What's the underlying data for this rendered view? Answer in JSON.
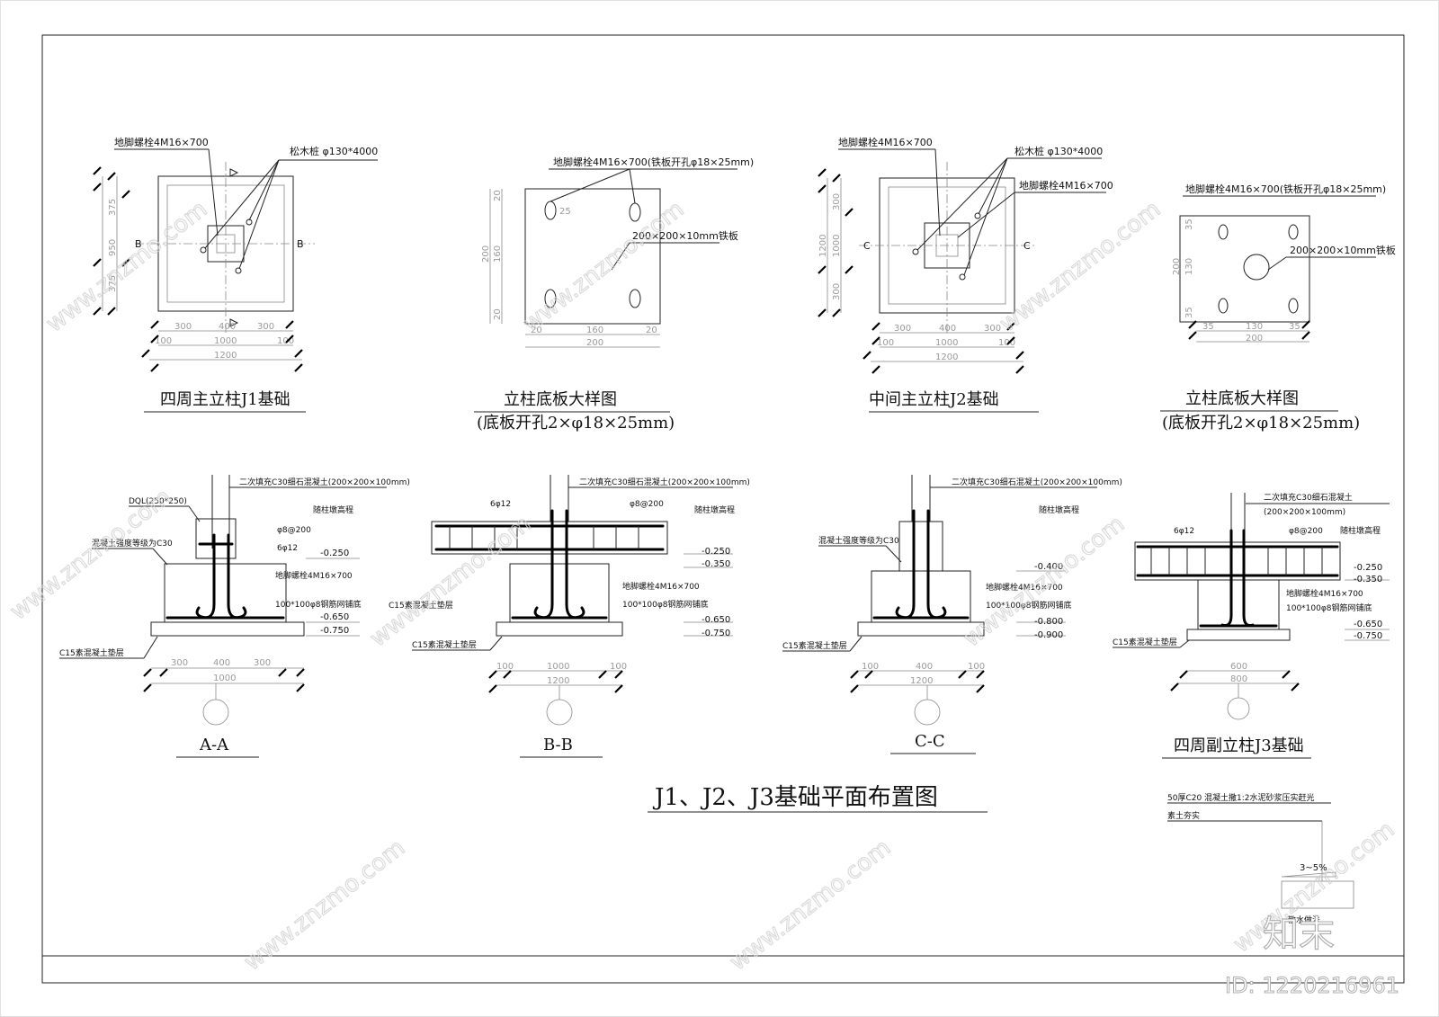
{
  "main_title": "J1、J2、J3基础平面布置图",
  "plans": {
    "j1": {
      "title": "四周主立柱J1基础",
      "note_bolt": "地脚螺栓4M16×700",
      "note_pile": "松木桩 φ130*4000",
      "sec_left": "B",
      "sec_right": "B",
      "dims_b1": [
        "300",
        "400",
        "300"
      ],
      "dims_b2": [
        "100",
        "1000",
        "100"
      ],
      "dims_b3": "1200",
      "dims_v": [
        "375",
        "950",
        "375"
      ]
    },
    "plate1": {
      "title": "立柱底板大样图",
      "subtitle": "(底板开孔2×φ18×25mm)",
      "note_bolt": "地脚螺栓4M16×700(铁板开孔φ18×25mm)",
      "note_plate": "200×200×10mm铁板",
      "dims_b1": [
        "20",
        "160",
        "20"
      ],
      "dims_b2": "200",
      "dims_v": [
        "20",
        "160",
        "20"
      ],
      "dims_v2": "200",
      "hole": "25"
    },
    "j2": {
      "title": "中间主立柱J2基础",
      "note_bolt": "地脚螺栓4M16×700",
      "note_pile": "松木桩 φ130*4000",
      "note_bolt2": "地脚螺栓4M16×700",
      "sec_left": "C",
      "sec_right": "C",
      "dims_b1": [
        "300",
        "400",
        "300"
      ],
      "dims_b2": [
        "100",
        "1000",
        "100"
      ],
      "dims_b3": "1200",
      "dims_v": [
        "300",
        "1000",
        "300"
      ],
      "dims_v2": "1200"
    },
    "plate2": {
      "title": "立柱底板大样图",
      "subtitle": "(底板开孔2×φ18×25mm)",
      "note_bolt": "地脚螺栓4M16×700(铁板开孔φ18×25mm)",
      "note_plate": "200×200×10mm铁板",
      "dims_b1": [
        "35",
        "130",
        "35"
      ],
      "dims_b2": "200",
      "dims_v": [
        "35",
        "130",
        "35"
      ],
      "dims_v2": "200"
    }
  },
  "sections": {
    "aa": {
      "title": "A-A",
      "note_fill": "二次填充C30细石混凝土(200×200×100mm)",
      "note_dql": "DQL(250*250)",
      "note_beam_top": "随柱墩高程",
      "note_conc": "混凝土强度等级为C30",
      "note_stirrup": "φ8@200",
      "note_bar": "6φ12",
      "note_bolt": "地脚螺栓4M16×700",
      "note_mesh": "100*100φ8钢筋网铺底",
      "note_pad": "C15素混凝土垫层",
      "levels": [
        "-0.250",
        "-0.650",
        "-0.750"
      ],
      "dims_b1": [
        "300",
        "400",
        "300"
      ],
      "dims_b2": "1000"
    },
    "bb": {
      "title": "B-B",
      "note_fill": "二次填充C30细石混凝土(200×200×100mm)",
      "note_bar": "6φ12",
      "note_stirrup": "φ8@200",
      "note_beam_top": "随柱墩高程",
      "note_bolt": "地脚螺栓4M16×700",
      "note_mesh": "100*100φ8钢筋网铺底",
      "note_pad1": "C15素混凝土垫层",
      "note_pad2": "C15素混凝土垫层",
      "levels": [
        "-0.250",
        "-0.350",
        "-0.650",
        "-0.750"
      ],
      "dims_b1": [
        "100",
        "1000",
        "100"
      ],
      "dims_b2": "1200"
    },
    "cc": {
      "title": "C-C",
      "note_fill": "二次填充C30细石混凝土(200×200×100mm)",
      "note_beam_top": "随柱墩高程",
      "note_conc": "混凝土强度等级为C30",
      "note_bolt": "地脚螺栓4M16×700",
      "note_mesh": "100*100φ8钢筋网铺底",
      "note_pad": "C15素混凝土垫层",
      "levels": [
        "-0.400",
        "-0.800",
        "-0.900"
      ],
      "dims_b1": [
        "100",
        "400",
        "100"
      ],
      "dims_b2": "1200"
    },
    "j3": {
      "title": "四周副立柱J3基础",
      "note_fill": "二次填充C30细石混凝土",
      "note_fill2": "(200×200×100mm)",
      "note_bar": "6φ12",
      "note_stirrup": "φ8@200",
      "note_beam_top": "随柱墩高程",
      "note_bolt": "地脚螺栓4M16×700",
      "note_mesh": "100*100φ8钢筋网铺底",
      "note_pad": "C15素混凝土垫层",
      "levels": [
        "-0.250",
        "-0.350",
        "-0.650",
        "-0.750"
      ],
      "dims_b1": "600",
      "dims_b2": "800"
    }
  },
  "detail": {
    "note1": "50厚C20 混凝土撒1:2水泥砂浆压实赶光",
    "note2": "素土夯实",
    "slope": "3~5%",
    "label": "散水做法"
  },
  "watermark": {
    "site": "www.znzmo.com",
    "logo": "知末",
    "id_text": "ID: 1220216961"
  }
}
